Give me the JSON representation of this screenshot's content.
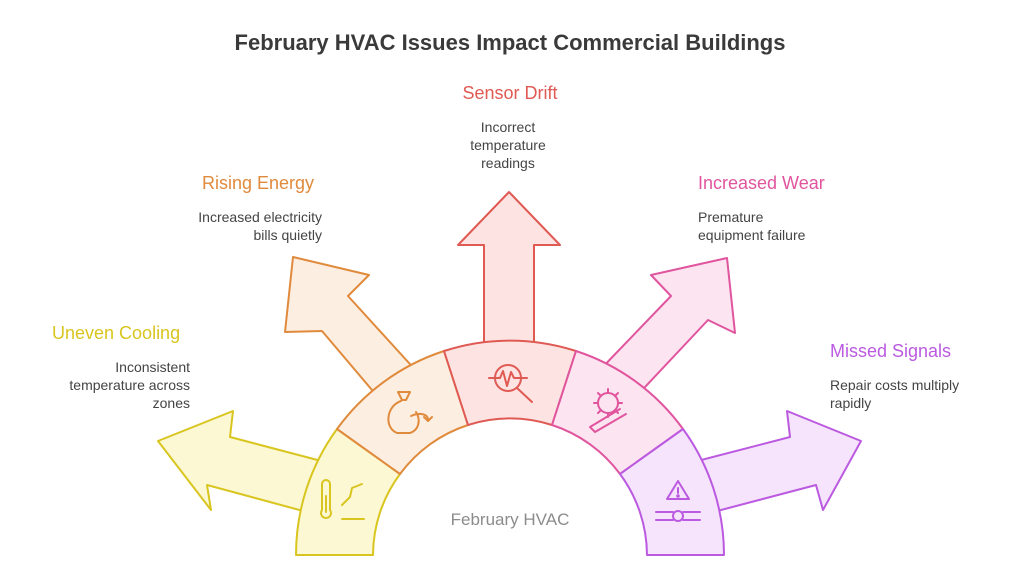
{
  "title": "February HVAC Issues Impact Commercial Buildings",
  "center": {
    "label": "February HVAC"
  },
  "segments": [
    {
      "id": "uneven-cooling",
      "label": "Uneven Cooling",
      "desc_lines": [
        "Inconsistent",
        "temperature across",
        "zones"
      ],
      "color": "#d9c51f",
      "fill": "#fdf8d4",
      "icon": "thermometer-icon"
    },
    {
      "id": "rising-energy",
      "label": "Rising Energy",
      "desc_lines": [
        "Increased electricity",
        "bills quietly"
      ],
      "color": "#e08a3c",
      "fill": "#fdeee2",
      "icon": "money-bag-icon"
    },
    {
      "id": "sensor-drift",
      "label": "Sensor Drift",
      "desc_lines": [
        "Incorrect",
        "temperature",
        "readings"
      ],
      "color": "#e05a54",
      "fill": "#fde4e3",
      "icon": "magnifier-waveform-icon"
    },
    {
      "id": "increased-wear",
      "label": "Increased Wear",
      "desc_lines": [
        "Premature",
        "equipment failure"
      ],
      "color": "#e0559e",
      "fill": "#fde4f1",
      "icon": "gear-wrench-icon"
    },
    {
      "id": "missed-signals",
      "label": "Missed Signals",
      "desc_lines": [
        "Repair costs multiply",
        "rapidly"
      ],
      "color": "#bb5ae0",
      "fill": "#f5e4fb",
      "icon": "warning-valve-icon"
    }
  ]
}
